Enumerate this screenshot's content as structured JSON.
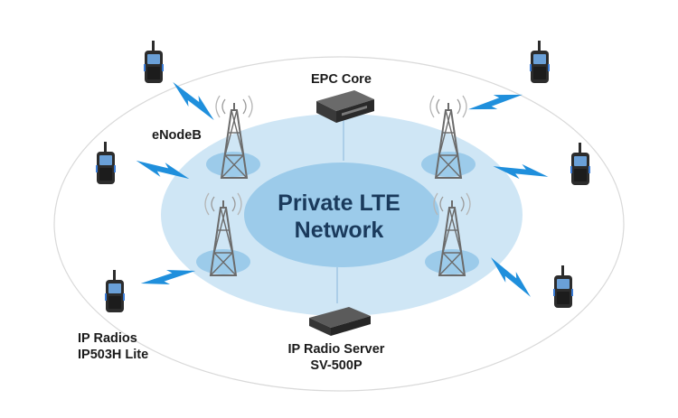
{
  "center": {
    "line1": "Private LTE",
    "line2": "Network"
  },
  "labels": {
    "epc_core": "EPC Core",
    "enodeb": "eNodeB",
    "ip_radios_line1": "IP Radios",
    "ip_radios_line2": "IP503H Lite",
    "server_line1": "IP Radio Server",
    "server_line2": "SV-500P"
  },
  "colors": {
    "outer_ring": "#d9d9d9",
    "cloud_outer": "#cfe6f5",
    "cloud_inner": "#9ccbea",
    "link_bolt": "#1f8fdc",
    "device_dark": "#2c2c2c",
    "device_accent": "#3a7bd5"
  },
  "icons": [
    "radio-icon",
    "tower-icon",
    "lightning-icon",
    "server-icon"
  ]
}
